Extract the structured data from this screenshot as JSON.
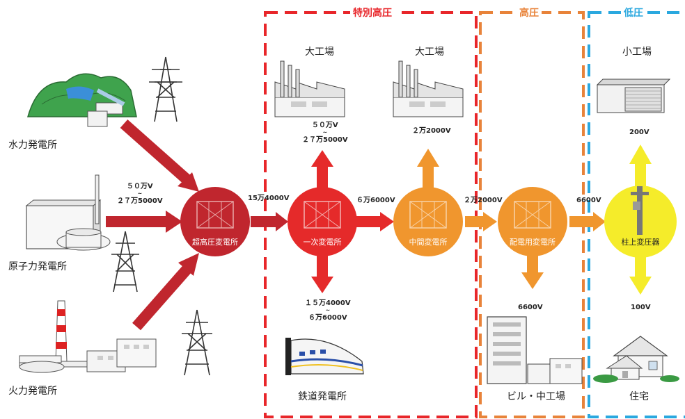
{
  "zones": {
    "special_high": {
      "title": "特別高圧",
      "color": "#e8262a"
    },
    "high": {
      "title": "高圧",
      "color": "#e8833a"
    },
    "low": {
      "title": "低圧",
      "color": "#2aa8df"
    }
  },
  "plants": {
    "hydro": "水力発電所",
    "nuclear": "原子力発電所",
    "thermal": "火力発電所"
  },
  "nodes": {
    "ultra_high_substation": "超高圧変電所",
    "primary_substation": "一次変電所",
    "intermediate_substation": "中間変電所",
    "distribution_substation": "配電用変電所",
    "pole_transformer": "柱上変圧器"
  },
  "consumers": {
    "large_factory_1": "大工場",
    "large_factory_2": "大工場",
    "small_factory": "小工場",
    "railway": "鉄道発電所",
    "building": "ビル・中工場",
    "house": "住宅"
  },
  "voltages": {
    "plant_out_1": "５０万V",
    "plant_out_2": "２７万5000V",
    "ultra_to_primary": "15万4000V",
    "factory1_1": "５０万V",
    "factory1_2": "２７万5000V",
    "railway_1": "１５万4000V",
    "railway_2": "６万6000V",
    "primary_to_intermediate": "６万6000V",
    "factory2": "２万2000V",
    "intermediate_to_distribution": "２万2000V",
    "building": "6600V",
    "distribution_to_pole": "6600V",
    "small_factory": "200V",
    "house": "100V"
  },
  "colors": {
    "ultra_high": "#c0262e",
    "primary": "#e52a2a",
    "intermediate": "#f0962e",
    "distribution": "#f0962e",
    "pole": "#f5ec2a",
    "arrow_dark_red": "#c0262e",
    "arrow_red": "#e52a2a",
    "arrow_orange": "#f0962e",
    "arrow_yellow": "#f5ec2a"
  }
}
